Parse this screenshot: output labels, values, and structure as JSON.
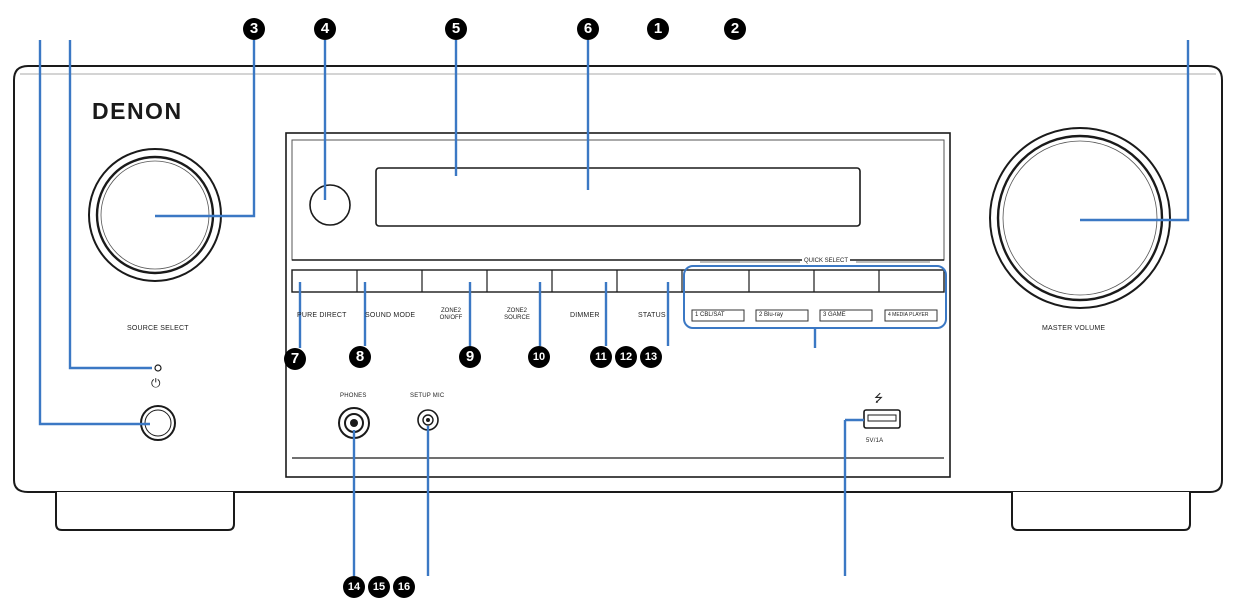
{
  "brand": "DENON",
  "labels": {
    "source_select": "SOURCE SELECT",
    "master_volume": "MASTER VOLUME",
    "pure_direct": "PURE DIRECT",
    "sound_mode": "SOUND MODE",
    "zone2_onoff": "ZONE2 ON/OFF",
    "zone2_source": "ZONE2 SOURCE",
    "dimmer": "DIMMER",
    "status": "STATUS",
    "quick_select": "QUICK SELECT",
    "phones": "PHONES",
    "setup_mic": "SETUP MIC",
    "usb_rating": "5V/1A",
    "power_symbol": "⏻",
    "usb_symbol": "⭍"
  },
  "quick_select_buttons": [
    "1 CBL/SAT",
    "2 Blu-ray",
    "3 GAME",
    "4 MEDIA PLAYER"
  ],
  "callouts": [
    "3",
    "4",
    "5",
    "6",
    "1",
    "2",
    "7",
    "8",
    "9",
    "10",
    "11",
    "12",
    "13",
    "14",
    "15",
    "16"
  ],
  "colors": {
    "callout_line": "#3b78c4",
    "body_outline": "#1a1a1a",
    "highlight": "#3b78c4"
  }
}
